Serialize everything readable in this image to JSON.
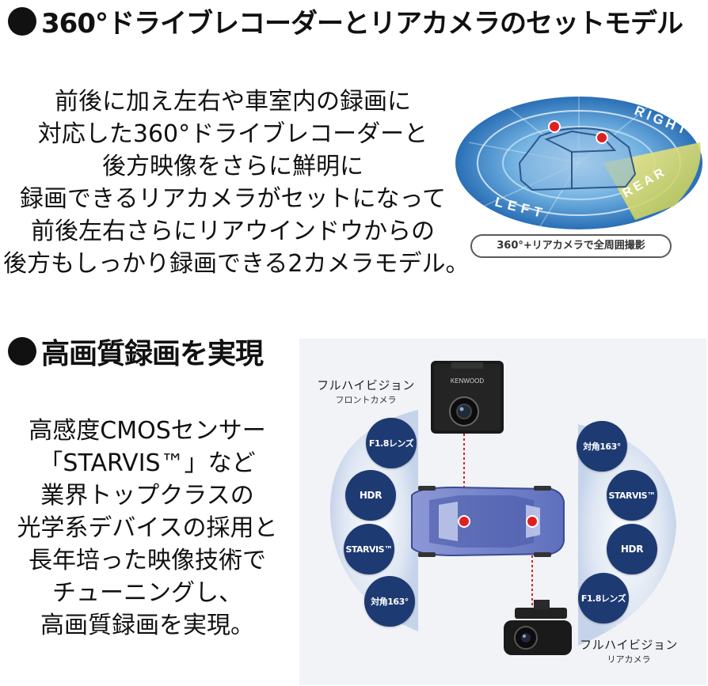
{
  "section1": {
    "heading": "360°ドライブレコーダーとリアカメラのセットモデル",
    "lines": [
      "前後に加え左右や車室内の録画に",
      "対応した360°ドライブレコーダーと",
      "後方映像をさらに鮮明に",
      "録画できるリアカメラがセットになって",
      "前後左右さらにリアウインドウからの",
      "後方もしっかり録画できる2カメラモデル。"
    ],
    "illustration": {
      "badge": "360°+リアカメラで全周囲撮影",
      "right_word": "RIGHT",
      "left_word": "LEFT",
      "rear_word": "REAR"
    }
  },
  "section2": {
    "heading": "高画質録画を実現",
    "lines": [
      "高感度CMOSセンサー",
      "「STARVIS™」など",
      "業界トップクラスの",
      "光学系デバイスの採用と",
      "長年培った映像技術で",
      "チューニングし、",
      "高画質録画を実現。"
    ],
    "diagram": {
      "front_label": "フルハイビジョン",
      "front_sub": "フロントカメラ",
      "rear_label": "フルハイビジョン",
      "rear_sub": "リアカメラ",
      "brand": "KENWOOD",
      "front_specs": [
        "F1.8レンズ",
        "HDR",
        "STARVIS™",
        "対角163°"
      ],
      "rear_specs": [
        "対角163°",
        "STARVIS™",
        "HDR",
        "F1.8レンズ"
      ]
    }
  },
  "colors": {
    "text": "#111111",
    "spec_circle": "#1d3a72",
    "halo": "#c9d6ea",
    "view_blue": "#3f86c9",
    "rear_zone": "#d8c85a",
    "car_body": "#6c7ec4",
    "marker_red": "#e02020"
  }
}
